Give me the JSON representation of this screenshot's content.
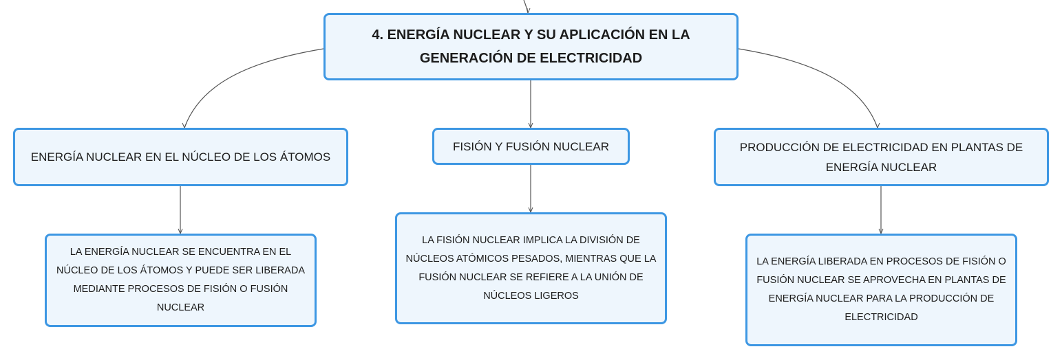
{
  "root": {
    "label": "4. ENERGÍA NUCLEAR Y SU APLICACIÓN EN LA GENERACIÓN DE ELECTRICIDAD"
  },
  "topics": [
    {
      "label": "ENERGÍA NUCLEAR EN EL NÚCLEO DE LOS ÁTOMOS",
      "detail": "LA ENERGÍA NUCLEAR SE ENCUENTRA EN EL NÚCLEO DE LOS ÁTOMOS Y PUEDE SER LIBERADA MEDIANTE PROCESOS DE FISIÓN O FUSIÓN NUCLEAR"
    },
    {
      "label": "FISIÓN Y FUSIÓN NUCLEAR",
      "detail": "LA FISIÓN NUCLEAR IMPLICA LA DIVISIÓN DE NÚCLEOS ATÓMICOS PESADOS, MIENTRAS QUE LA FUSIÓN NUCLEAR SE REFIERE A LA UNIÓN DE NÚCLEOS LIGEROS"
    },
    {
      "label": "PRODUCCIÓN DE ELECTRICIDAD EN PLANTAS DE ENERGÍA NUCLEAR",
      "detail": "LA ENERGÍA LIBERADA EN PROCESOS DE FISIÓN O FUSIÓN NUCLEAR SE APROVECHA EN PLANTAS DE ENERGÍA NUCLEAR PARA LA PRODUCCIÓN DE ELECTRICIDAD"
    }
  ],
  "colors": {
    "node_border": "#3d97e3",
    "node_fill": "#eef6fd",
    "connector": "#555555",
    "text": "#1c1c1c"
  }
}
